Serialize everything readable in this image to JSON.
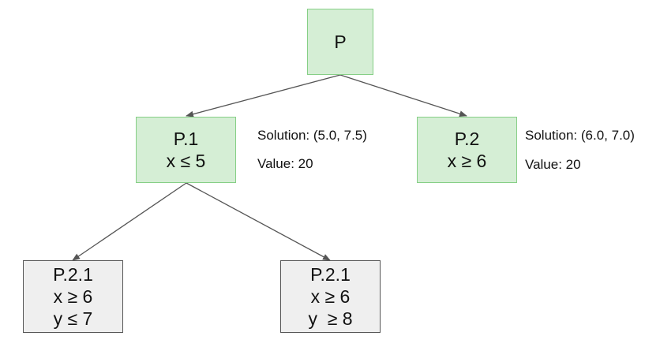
{
  "nodes": {
    "root": {
      "title": "P"
    },
    "p1": {
      "title": "P.1",
      "condition": "x ≤ 5"
    },
    "p2": {
      "title": "P.2",
      "condition": "x ≥ 6"
    },
    "p21a": {
      "title": "P.2.1",
      "condition1": "x ≥ 6",
      "condition2": "y ≤ 7"
    },
    "p21b": {
      "title": "P.2.1",
      "condition1": "x ≥ 6",
      "condition2": "y  ≥ 8"
    }
  },
  "annotations": {
    "p1": {
      "solution": "Solution: (5.0, 7.5)",
      "value": "Value: 20"
    },
    "p2": {
      "solution": "Solution: (6.0, 7.0)",
      "value": "Value: 20"
    }
  },
  "colors": {
    "green_fill": "#d5eed5",
    "green_border": "#86cf86",
    "grey_fill": "#efefef",
    "grey_border": "#555555",
    "edge": "#555555"
  }
}
